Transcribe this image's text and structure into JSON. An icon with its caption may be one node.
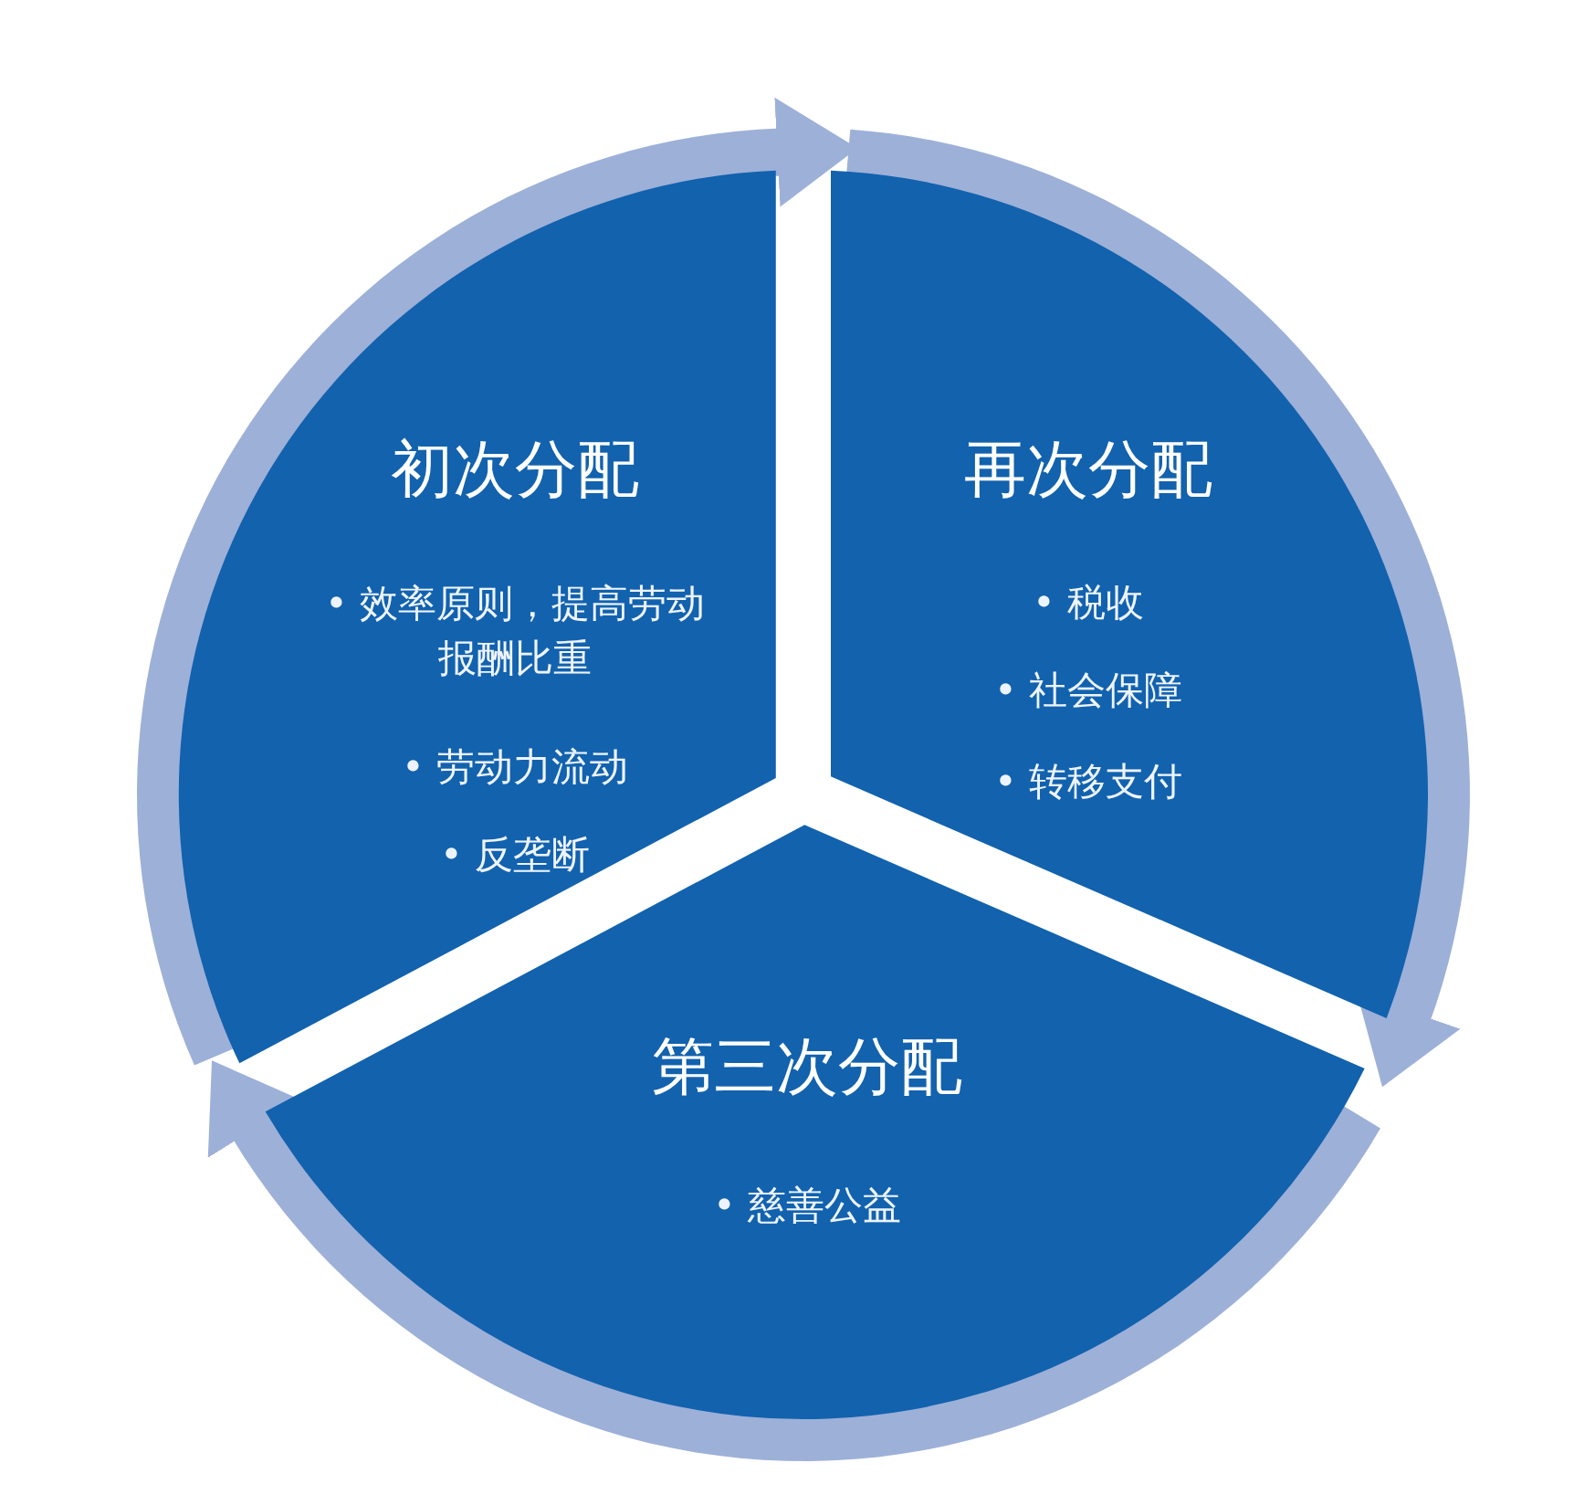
{
  "diagram": {
    "nodes": [
      {
        "text": [
          "初次分配",
          "• 效率原则，提高劳动报酬比重",
          "• 劳动力流动",
          "• 反垄断"
        ]
      },
      {
        "text": [
          "再次分配",
          "• 税收",
          "• 社会保障",
          "• 转移支付"
        ]
      },
      {
        "text": [
          "第三次分配",
          "• 慈善公益"
        ]
      }
    ],
    "edges": [
      {
        "from": 0,
        "to": 1,
        "arrow": "to"
      },
      {
        "from": 1,
        "to": 2,
        "arrow": "to"
      },
      {
        "from": 2,
        "to": 0,
        "arrow": "to"
      }
    ]
  }
}
